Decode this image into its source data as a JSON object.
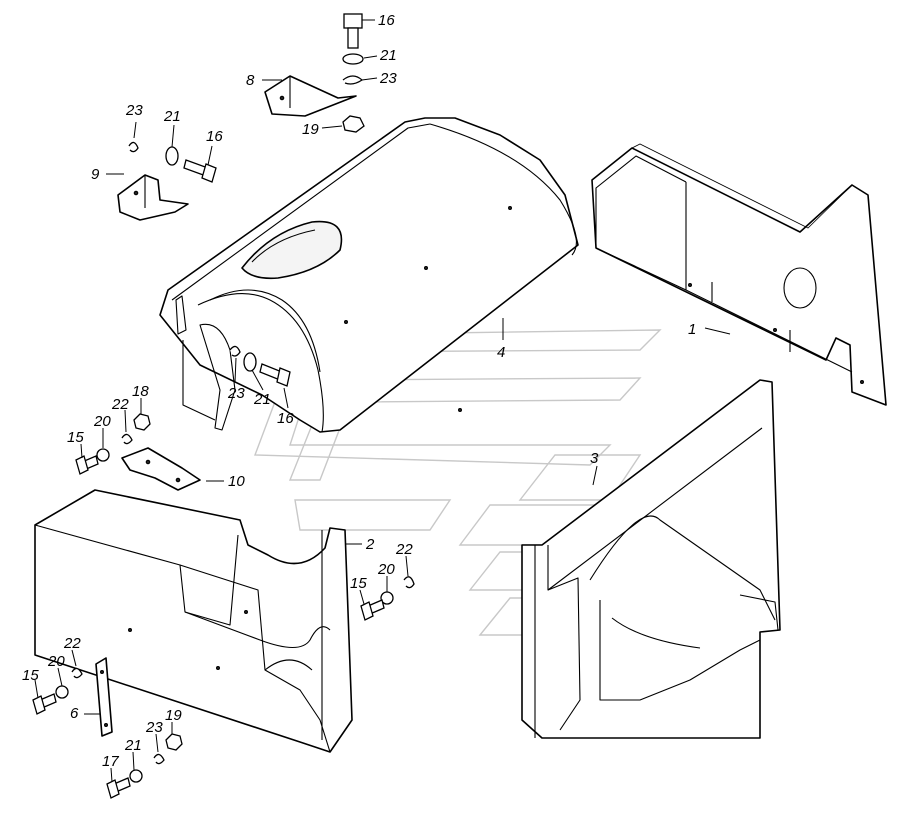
{
  "diagram": {
    "watermark_color": "#c8c8c8",
    "line_color": "#000000",
    "labels": [
      {
        "id": "n16a",
        "text": "16",
        "target": "bolt-16-top"
      },
      {
        "id": "n21a",
        "text": "21",
        "target": "washer-21-top"
      },
      {
        "id": "n23a",
        "text": "23",
        "target": "lockwasher-23-top"
      },
      {
        "id": "n8",
        "text": "8",
        "target": "bracket-8"
      },
      {
        "id": "n19a",
        "text": "19",
        "target": "nut-19-top"
      },
      {
        "id": "n23b",
        "text": "23",
        "target": "lockwasher-23-left"
      },
      {
        "id": "n21b",
        "text": "21",
        "target": "washer-21-left"
      },
      {
        "id": "n16b",
        "text": "16",
        "target": "bolt-16-left"
      },
      {
        "id": "n9",
        "text": "9",
        "target": "bracket-9"
      },
      {
        "id": "n1",
        "text": "1",
        "target": "panel-1"
      },
      {
        "id": "n4",
        "text": "4",
        "target": "cover-4"
      },
      {
        "id": "n23c",
        "text": "23",
        "target": "lockwasher-23-cover"
      },
      {
        "id": "n21c",
        "text": "21",
        "target": "washer-21-cover"
      },
      {
        "id": "n16c",
        "text": "16",
        "target": "bolt-16-cover"
      },
      {
        "id": "n18",
        "text": "18",
        "target": "nut-18"
      },
      {
        "id": "n22a",
        "text": "22",
        "target": "lockwasher-22-a"
      },
      {
        "id": "n20a",
        "text": "20",
        "target": "washer-20-a"
      },
      {
        "id": "n15a",
        "text": "15",
        "target": "bolt-15-a"
      },
      {
        "id": "n10",
        "text": "10",
        "target": "bracket-10"
      },
      {
        "id": "n3",
        "text": "3",
        "target": "panel-3"
      },
      {
        "id": "n2",
        "text": "2",
        "target": "panel-2"
      },
      {
        "id": "n22b",
        "text": "22",
        "target": "lockwasher-22-b"
      },
      {
        "id": "n20b",
        "text": "20",
        "target": "washer-20-b"
      },
      {
        "id": "n15b",
        "text": "15",
        "target": "bolt-15-b"
      },
      {
        "id": "n22c",
        "text": "22",
        "target": "lockwasher-22-c"
      },
      {
        "id": "n20c",
        "text": "20",
        "target": "washer-20-c"
      },
      {
        "id": "n15c",
        "text": "15",
        "target": "bolt-15-c"
      },
      {
        "id": "n6",
        "text": "6",
        "target": "strap-6"
      },
      {
        "id": "n23d",
        "text": "23",
        "target": "lockwasher-23-bottom"
      },
      {
        "id": "n19b",
        "text": "19",
        "target": "nut-19-bottom"
      },
      {
        "id": "n21d",
        "text": "21",
        "target": "washer-21-bottom"
      },
      {
        "id": "n17",
        "text": "17",
        "target": "bolt-17"
      }
    ]
  }
}
